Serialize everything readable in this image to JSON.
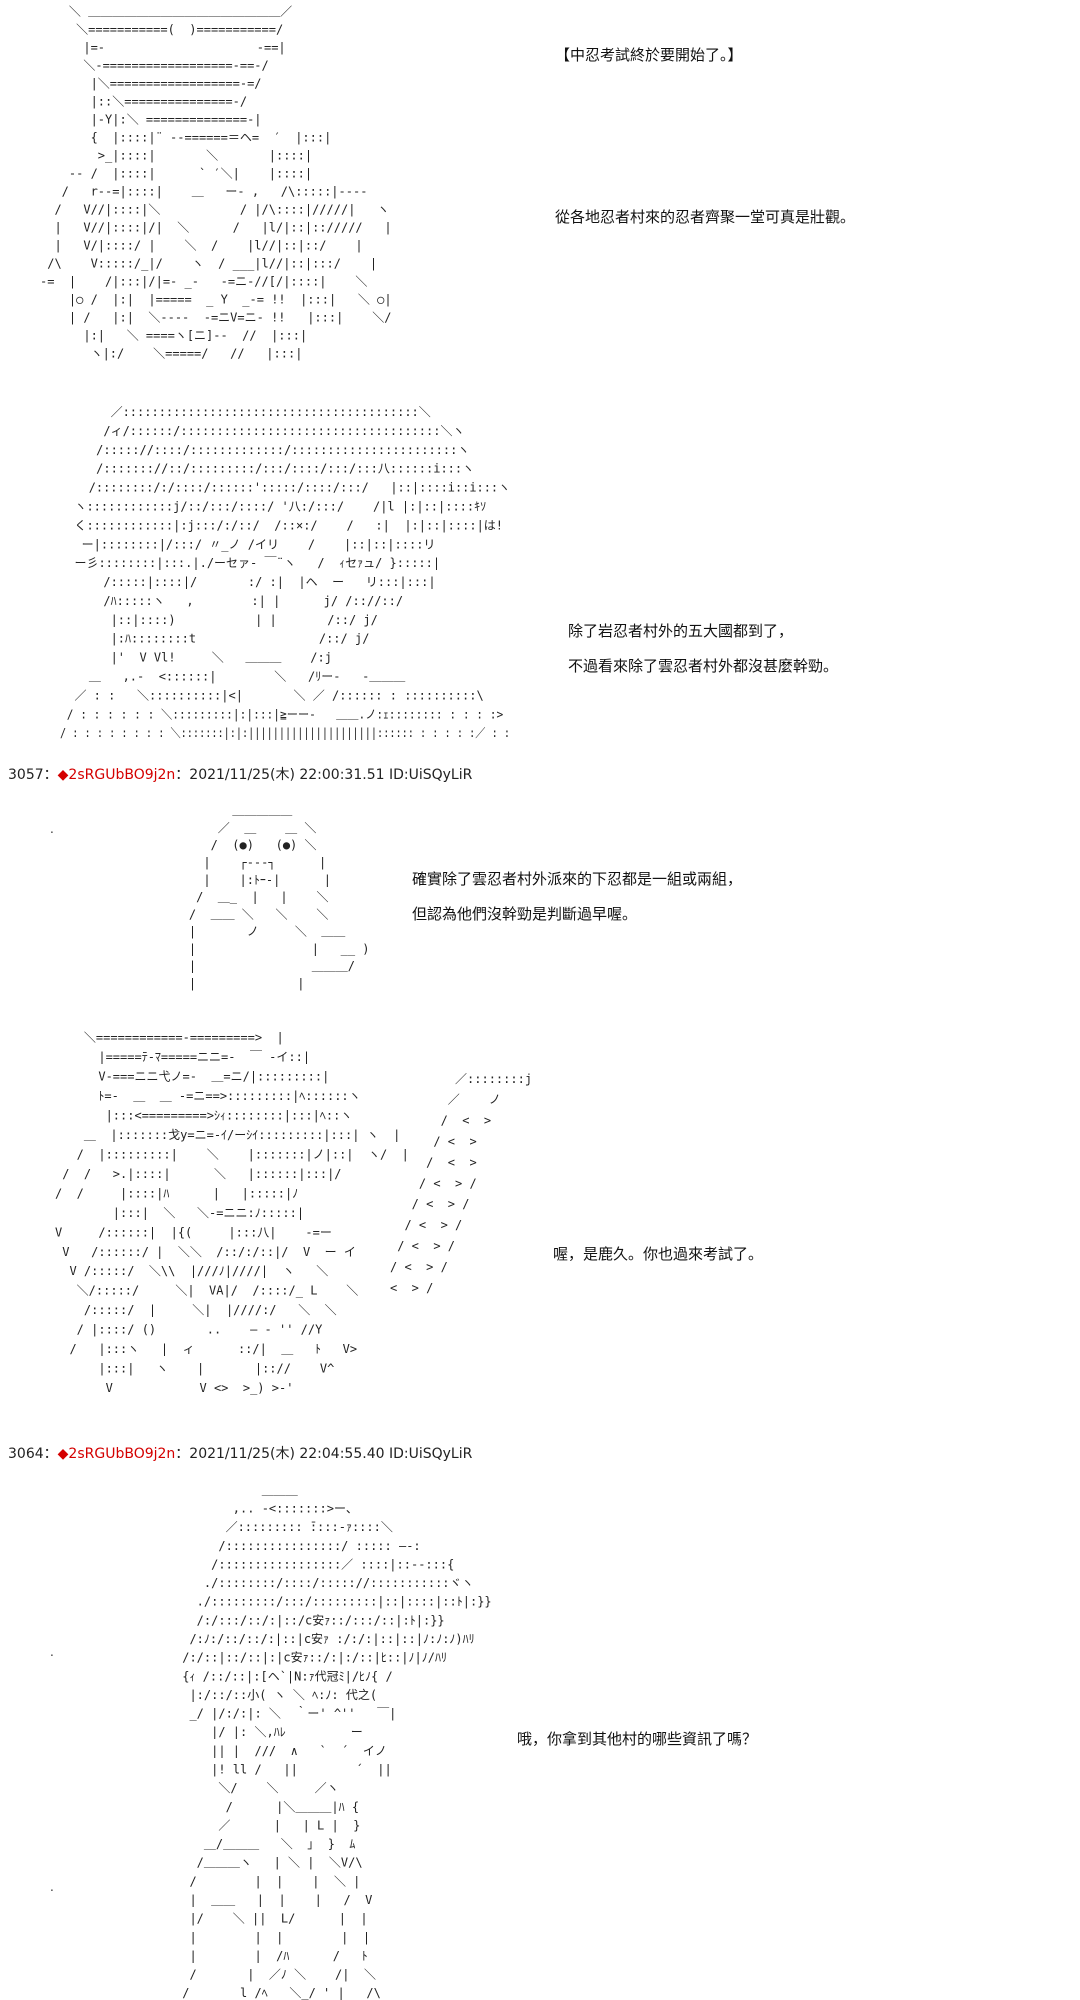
{
  "panels": [
    {
      "lines": [
        "【中忍考試終於要開始了。】"
      ]
    },
    {
      "lines": [
        "從各地忍者村來的忍者齊聚一堂可真是壯觀。"
      ]
    },
    {
      "lines": [
        "除了岩忍者村外的五大國都到了，",
        "不過看來除了雲忍者村外都沒甚麼幹勁。"
      ]
    },
    {
      "lines": [
        "確實除了雲忍者村外派來的下忍都是一組或兩組，",
        "但認為他們沒幹勁是判斷過早喔。"
      ]
    },
    {
      "lines": [
        "喔，是鹿久。你也過來考試了。"
      ]
    },
    {
      "lines": [
        "哦，你拿到其他村的哪些資訊了嗎？"
      ]
    }
  ],
  "posts": [
    {
      "number": "3057",
      "separator": "：",
      "marker": "◆",
      "trip": "2sRGUbBO9j2n",
      "datetime": "：2021/11/25(木) 22:00:31.51",
      "id": "ID:UiSQyLiR"
    },
    {
      "number": "3064",
      "separator": "：",
      "marker": "◆",
      "trip": "2sRGUbBO9j2n",
      "datetime": "：2021/11/25(木) 22:04:55.40",
      "id": "ID:UiSQyLiR"
    }
  ],
  "art": {
    "figure1": [
      "    ＼ ＿＿＿＿＿＿＿＿＿＿＿＿＿＿＿＿／",
      "     ＼===========(  )===========/",
      "      |=-                     -==|",
      "      ＼-==================-==-/",
      "       |＼==================-=/",
      "       |::＼===============-/",
      "       |-Y|:＼ ==============-|",
      "       {  |::::|¨ --======＝ヘ=  ′  |:::|",
      "        >_|::::|       ＼       |::::|",
      "    -- /  |::::|      ` ′＼|    |::::|",
      "   /   r--=|::::|    ＿   ー- ,   /\\:::::|----",
      "  /   V//|::::|＼           / |/\\::::|/////|   ヽ",
      "  |   V//|::::|/|  ＼      /   |l/|::|:://///   |",
      "  |   V/|::::/ |    ＼  /    |l//|::|::/    |",
      " /\\    V:::::/_|/    ヽ  / ___|l//|::|:::/    |",
      "-=  |    /|:::|/|=- _-   -=ニ-//[/|::::|    ＼",
      "    |○ /  |:|  |=====  _ Y  _-= !!  |:::|   ＼ ○|",
      "    | /   |:|  ＼----  -=ニV=ニ- !!   |:::|    ＼/",
      "      |:|   ＼ ====ヽ[ニ]--  //  |:::|",
      "       ヽ|:/    ＼=====/   //   |:::|"
    ],
    "figure2": [
      "       ／:::::::::::::::::::::::::::::::::::::::::＼",
      "      /ィ/::::::/::::::::::::::::::::::::::::::::::::＼ヽ",
      "     /::::://::::/:::::::::::::/:::::::::::::::::::::::ヽ",
      "     /::::::://::/:::::::::/:::/::::/:::/:::八::::::i:::ヽ",
      "    /::::::::/:/::::/::::::':::::/::::/:::/   |::|::::i::i:::ヽ",
      "  ヽ::::::::::::j/::/:::/::::/ '八:/:::/    /|l |:|::|::::ｷｿ",
      "  く::::::::::::|:j:::/:/::/  /::×:/    /   :|  |:|::|::::|は!",
      "   ー|::::::::|/:::/ 〃_ノ /イリ    /    |::|::|::::リ",
      "  ー彡::::::::|:::.|./ーセァ- ￣¨ヽ   /  ｨセｧュ/ }:::::|",
      "      /:::::|::::|/       :/ :|  |ヘ  ー   リ:::|:::|",
      "      /ﾊ:::::ヽ   ,        :| |      j/ /:://::/",
      "       |::|::::)           | |       /::/ j/",
      "       |:ﾊ::::::::t                 /::/ j/",
      "       |'  V Vl!     ＼   ＿＿＿    /:j ",
      "    ＿   ,.-  <::::::|        ＼   /ﾘー-   -＿＿＿",
      "  ／ : :   ＼::::::::::|<|       ＼ ／ /:::::: : ::::::::::\\",
      " / : : : : : : ＼:::::::::|:|:::|≧ーー-   ＿＿.ノ:ｪ:::::::: : : : :> ",
      "/ : : : : : : : : ＼:::::::|:|:|||||||||||||||||||||:::::: : : : : :／ : :"
    ],
    "figure3": [
      "          ＿＿＿＿＿",
      "        ／  ＿    ＿ ＼",
      "       /  (●)   (●) ＼",
      "      |    ┌---┐      |",
      "      |    |:ﾄｰ-|      |",
      "     /  ＿_  |   |    ＼",
      "    /  ＿＿ ＼   ＼    ＼",
      "    |       ノ     ＼  ＿＿",
      "    |                |   __ )",
      "    |                ＿＿＿/",
      "    |              |"
    ],
    "figure4": [
      "    ＼============-=========>  |",
      "      |=====ﾃ-ﾏ=====ニニ=-  ￣ -イ::|",
      "      V-===ニニ弋ノ=-  ＿=ニ/|:::::::::|",
      "      ﾄ=-  ＿  ＿ -=ニ==>:::::::::|ﾍ::::::ヽ",
      "       |:::<=========>ｼｨ::::::::|:::|ﾍ::ヽ",
      "    ＿  |:::::::戈y=ニ=-ｲ/ーｼｲ:::::::::|:::| ヽ  |",
      "   /  |:::::::::|    ＼    |:::::::|ノ|::|  ヽ/  |",
      " /  /   >.|::::|      ＼   |::::::|:::|/",
      "/  /     |::::|ﾊ      |   |:::::|ﾉ",
      "        |:::|  ＼   ＼-=ニニ:ﾉ:::::|",
      "V     /::::::|  |{(     |:::八|    -=ー",
      " V   /::::::/ |  ＼＼  /::/:/::|/  V  ー イ",
      "  V /:::::/  ＼\\\\  |///ﾉ|////|  ヽ   ＼",
      "   ＼/:::::/     ＼|  VA|/  /::::/_ L    ＼",
      "    /:::::/  |     ＼|  |////:/   ＼  ＼",
      "   / |::::/ ()       ..    ― - '' //Y ",
      "  /   |:::ヽ   |  ィ      ::/|  ＿   ﾄ   V>",
      "      |:::|   ヽ    |       |:://    V^",
      "       V            V <>  >_) >-'"
    ],
    "ladder": [
      "         ／::::::::j",
      "        ／    ノ",
      "       /  <  >",
      "      / <  >",
      "     /  <  > ",
      "    / <  > /",
      "   / <  > /",
      "  / <  > /",
      " / <  > /",
      "/ <  > /",
      "<  > /"
    ],
    "figure5": [
      "            ＿＿＿",
      "        ,.. -<:::::::>ー、",
      "       ／::::::::: ̄::::-ｧ::::＼",
      "      /::::::::::::::::/ ::::: ―-:",
      "     /:::::::::::::::::／ ::::|::--:::{",
      "    ./::::::::/::::/::::://:::::::::::ヾヽ",
      "   ./:::::::::/:::/:::::::::|::|::::|::ﾄ|:}}",
      "   /:/:::/::/:|::/c安ｧ::/:::/::|:ﾄ|:}}",
      "  /:ﾉ:/::/::/:|::|c安ｧ :/:/:|::|::|ﾉ:ﾉ:ﾉ)ﾊﾘ",
      " /:/::|::/::|:|c安ｧ::/:|:/::|ﾋ::|ﾉ|ﾉ/ﾊﾘ",
      " {ｨ /::/::|:[ヘ`|N:ｧ代冠ﾐ|/ﾋﾉ{ /",
      "  |:/::/::小( ヽ ＼ ﾍ:ﾉ: 代之(",
      "  _/ |/:/:|: ＼  ｀ー' ^''   ￣|",
      "     |/ |: ＼,ﾊﾚ         ー",
      "     || |  ///  ∧   `  ´  イノ",
      "     |! ll /   ||        ´  ||",
      "      ＼/    ＼     ／ヽ",
      "       /      |＼＿＿＿|ﾊ {",
      "      ／      |   | L |  }",
      "    ＿/＿＿＿   ＼  ｣  }  ﾑ",
      "   /＿＿＿ヽ   | ＼ |  ＼V/\\",
      "  /        |  |    |  ＼ |",
      "  |  ＿＿   |  |    |   /  V",
      "  |/    ＼ ||  L/      |  |",
      "  |        |  |        |  |",
      "  |        |  /ﾊ      /   ﾄ",
      "  /       |  ／ﾉ ＼    /|  ＼",
      " /       l /ﾍ   ＼_/ ' |   /\\"
    ]
  }
}
